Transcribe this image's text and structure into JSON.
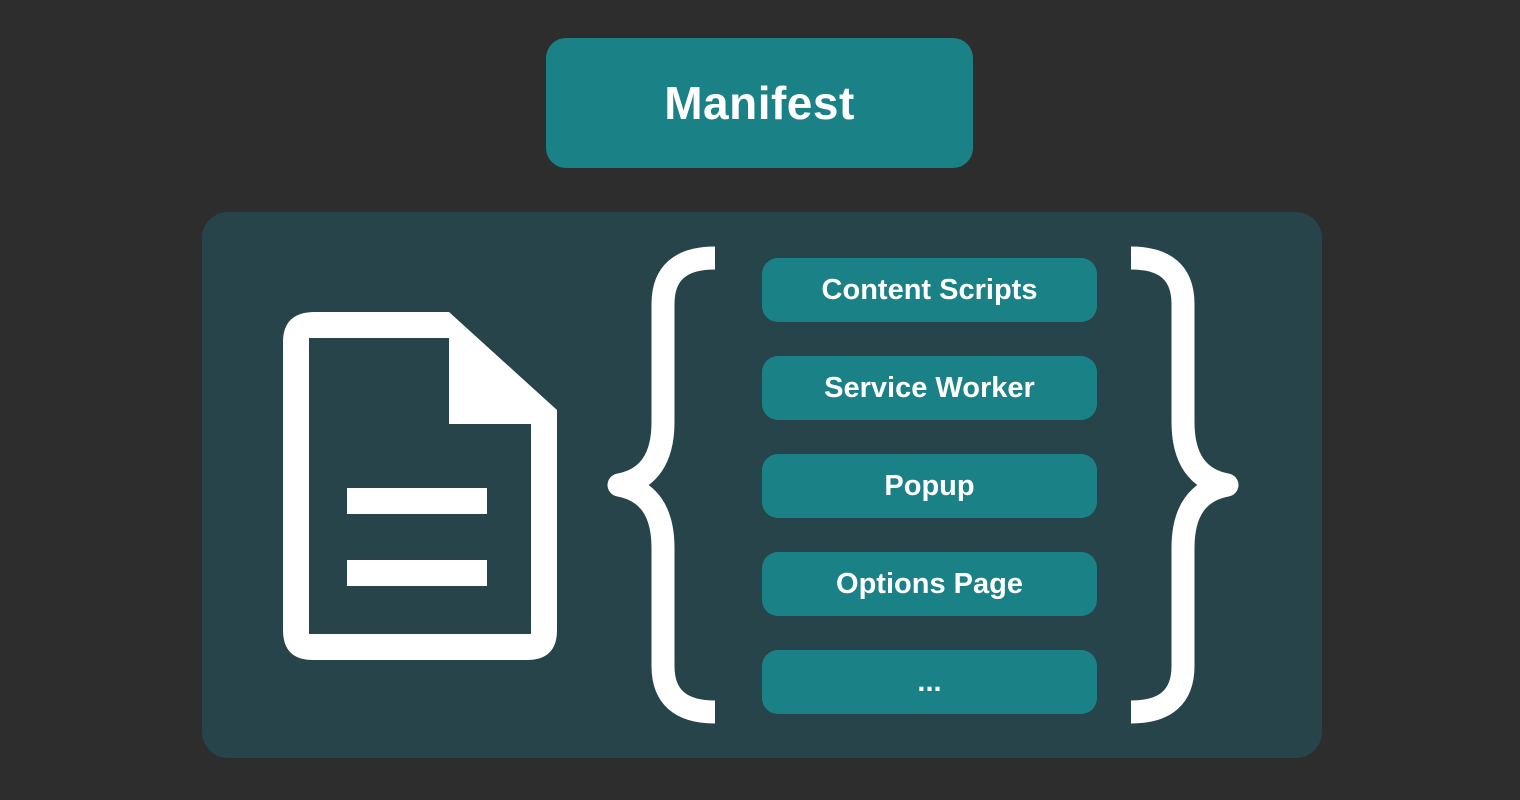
{
  "title": {
    "label": "Manifest"
  },
  "colors": {
    "background": "#2d2d2d",
    "panel": "#264449",
    "accent": "#1a8187",
    "text": "#ffffff"
  },
  "diagram": {
    "file_icon": "document-with-folded-corner",
    "left_brace": "{",
    "right_brace": "}",
    "components": [
      {
        "label": "Content Scripts"
      },
      {
        "label": "Service Worker"
      },
      {
        "label": "Popup"
      },
      {
        "label": "Options Page"
      },
      {
        "label": "..."
      }
    ]
  }
}
